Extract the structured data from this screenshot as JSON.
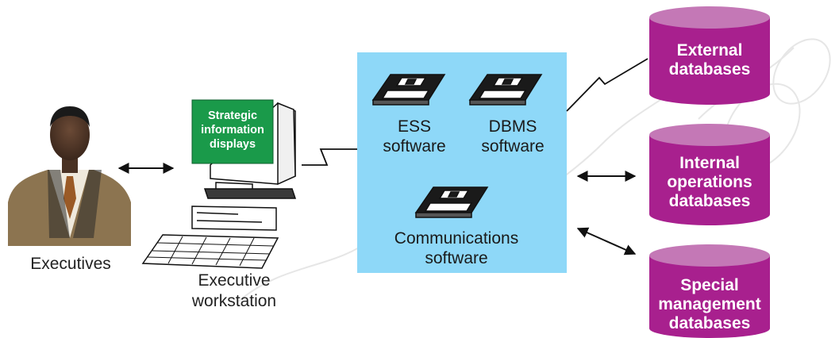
{
  "executives": {
    "label": "Executives"
  },
  "workstation": {
    "label": "Executive workstation",
    "screen_text": "Strategic information displays"
  },
  "software_panel": {
    "ess": "ESS software",
    "dbms": "DBMS software",
    "comm": "Communications software"
  },
  "databases": [
    {
      "label": "External databases"
    },
    {
      "label": "Internal operations databases"
    },
    {
      "label": "Special management databases"
    }
  ],
  "colors": {
    "panel": "#8ed8f8",
    "database": "#a8208e",
    "database_top": "#c478b6",
    "screen": "#1a9a4a"
  }
}
